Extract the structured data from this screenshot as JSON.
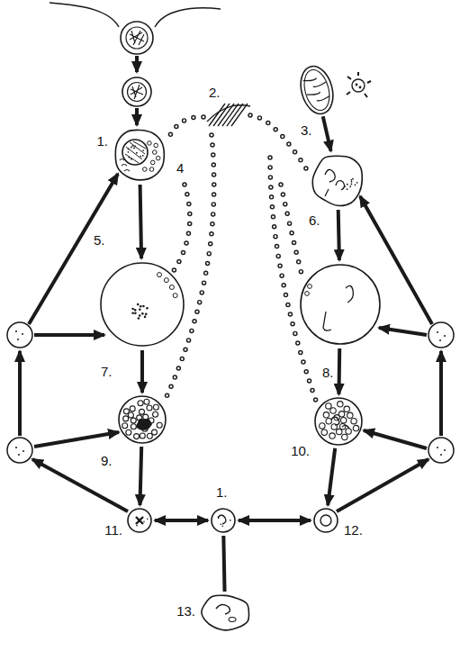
{
  "diagram": {
    "nodes": [
      {
        "text": [
          "3."
        ]
      },
      {
        "text": [
          "1."
        ]
      },
      {
        "text": [
          "6."
        ]
      },
      {
        "text": [
          "7."
        ]
      },
      {
        "text": [
          "8."
        ]
      },
      {
        "text": [
          "9."
        ]
      },
      {
        "text": [
          "10."
        ]
      },
      {
        "text": [
          "11."
        ]
      },
      {
        "text": [
          "1."
        ]
      },
      {
        "text": [
          "12."
        ]
      },
      {
        "text": [
          "13."
        ]
      }
    ],
    "edges": [
      {
        "from": 1,
        "to": 3,
        "arrow": "to"
      },
      {
        "from": 3,
        "to": 5,
        "arrow": "to"
      },
      {
        "from": 5,
        "to": 7,
        "arrow": "to"
      },
      {
        "from": 7,
        "to": 8,
        "arrow": "both"
      },
      {
        "from": 8,
        "to": 9,
        "arrow": "both"
      },
      {
        "from": 8,
        "to": 10,
        "arrow": "none"
      },
      {
        "from": 0,
        "to": 2,
        "arrow": "to"
      },
      {
        "from": 2,
        "to": 4,
        "arrow": "to"
      },
      {
        "from": 4,
        "to": 6,
        "arrow": "to"
      },
      {
        "from": 6,
        "to": 9,
        "arrow": "to"
      }
    ],
    "labels": [
      "2.",
      "4",
      "5."
    ]
  }
}
